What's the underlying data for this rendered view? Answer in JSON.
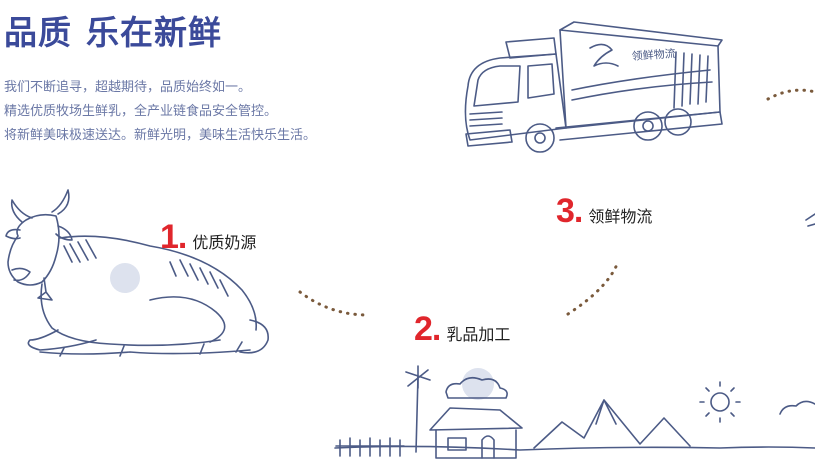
{
  "headline": {
    "part1": "品质",
    "part2": "乐在新鲜"
  },
  "intro": [
    "我们不断追寻，超越期待，品质始终如一。",
    "精选优质牧场生鲜乳，全产业链食品安全管控。",
    "将新鲜美味极速送达。新鲜光明，美味生活快乐生活。"
  ],
  "steps": [
    {
      "num": "1.",
      "label": "优质奶源"
    },
    {
      "num": "2.",
      "label": "乳品加工"
    },
    {
      "num": "3.",
      "label": "领鲜物流"
    }
  ],
  "truck": {
    "side_text": "领鲜物流"
  },
  "colors": {
    "headline": "#3b4a9a",
    "intro": "#6b78a6",
    "step_number": "#e0262c",
    "sketch": "#4c5b86",
    "dots": "#7a5a3c",
    "shade": "#dde2ee"
  }
}
